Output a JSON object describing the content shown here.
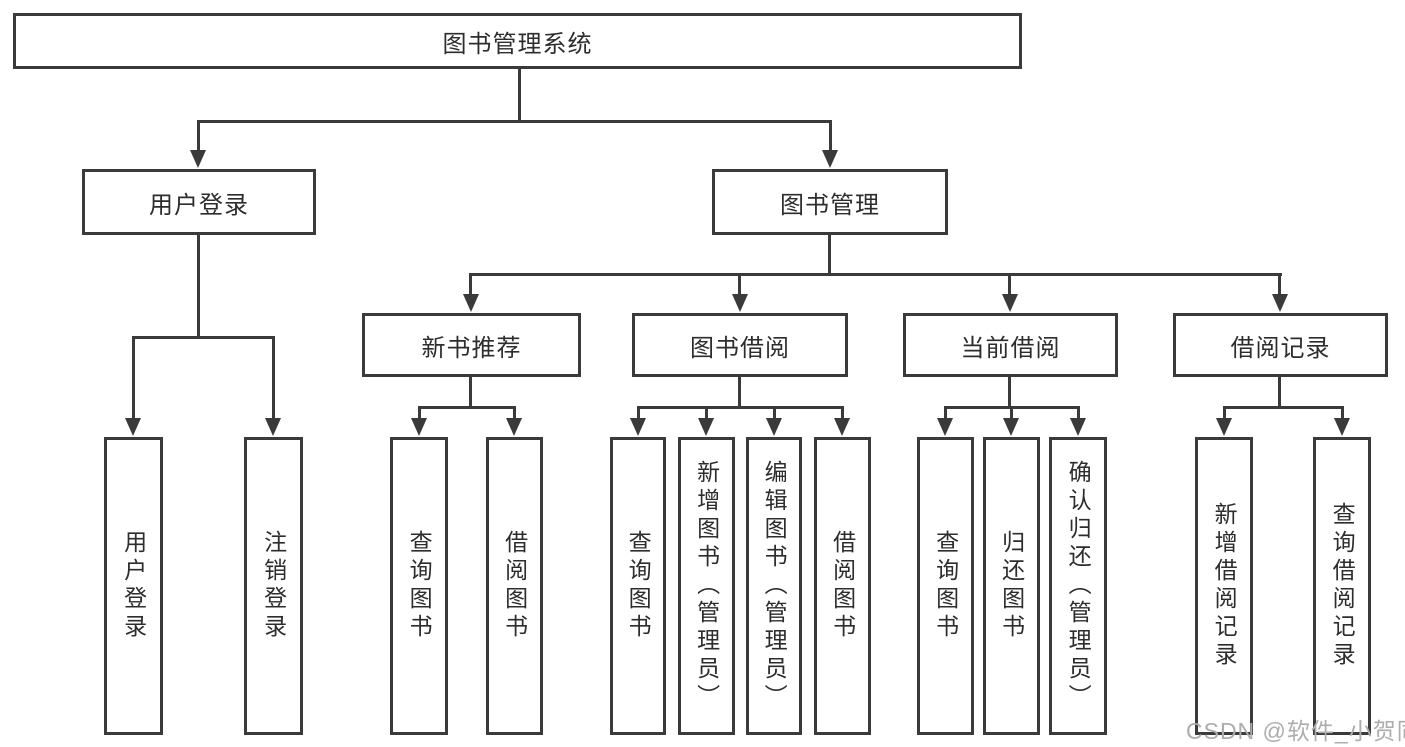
{
  "diagram": {
    "root": "图书管理系统",
    "level2": [
      "用户登录",
      "图书管理"
    ],
    "level3": [
      "新书推荐",
      "图书借阅",
      "当前借阅",
      "借阅记录"
    ],
    "leaves": {
      "user_login": [
        "用户登录",
        "注销登录"
      ],
      "new_book_recommend": [
        "查询图书",
        "借阅图书"
      ],
      "book_borrow": [
        "查询图书",
        "新增图书（管理员）",
        "编辑图书（管理员）",
        "借阅图书"
      ],
      "current_borrow": [
        "查询图书",
        "归还图书",
        "确认归还（管理员）"
      ],
      "borrow_records": [
        "新增借阅记录",
        "查询借阅记录"
      ]
    }
  },
  "watermark": {
    "text": "CSDN @软件_小贺同学",
    "color": "#adadad"
  },
  "colors": {
    "line": "#3a3a3a",
    "box_border": "#3a3a3a",
    "text": "#2d2d2d",
    "background": "#ffffff"
  }
}
